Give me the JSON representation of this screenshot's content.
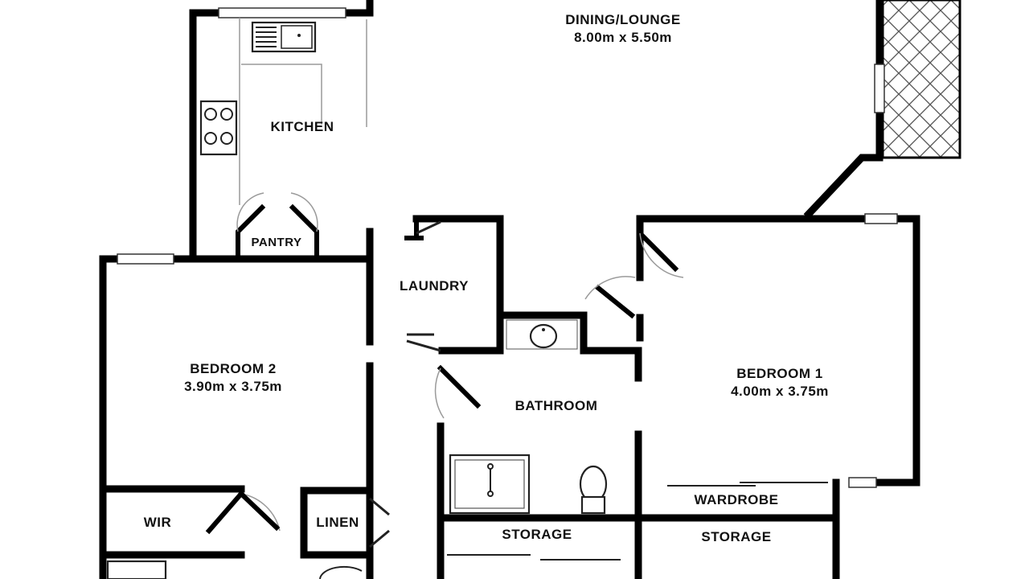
{
  "rooms": {
    "dining_lounge": {
      "name": "DINING/LOUNGE",
      "dim": "8.00m x 5.50m"
    },
    "kitchen": {
      "name": "KITCHEN"
    },
    "pantry": {
      "name": "PANTRY"
    },
    "laundry": {
      "name": "LAUNDRY"
    },
    "bedroom_2": {
      "name": "BEDROOM 2",
      "dim": "3.90m x 3.75m"
    },
    "bedroom_1": {
      "name": "BEDROOM 1",
      "dim": "4.00m x 3.75m"
    },
    "bathroom": {
      "name": "BATHROOM"
    },
    "wir": {
      "name": "WIR"
    },
    "linen": {
      "name": "LINEN"
    },
    "storage_bath": {
      "name": "STORAGE"
    },
    "wardrobe": {
      "name": "WARDROBE"
    },
    "storage_bed1": {
      "name": "STORAGE"
    }
  }
}
